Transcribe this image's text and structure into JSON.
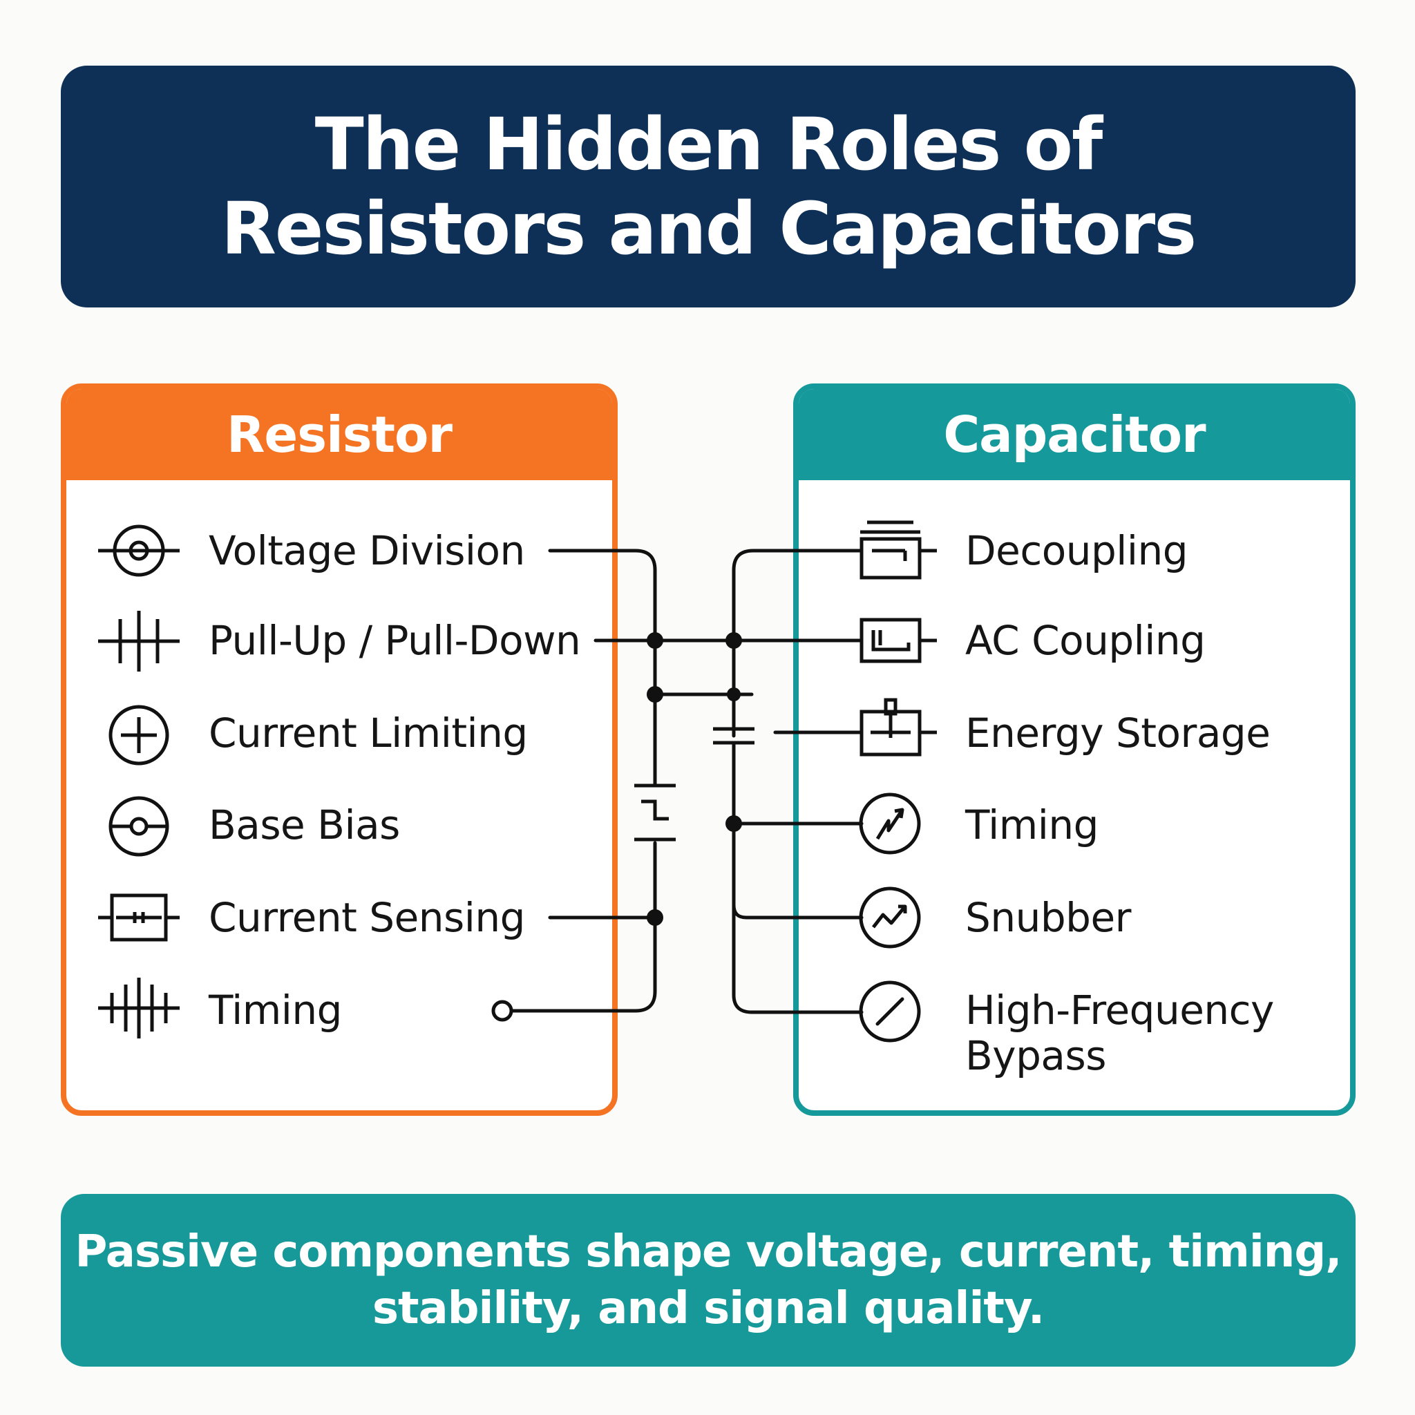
{
  "title": {
    "line1": "The Hidden Roles of",
    "line2": "Resistors and Capacitors"
  },
  "resistor": {
    "heading": "Resistor",
    "items": [
      {
        "label": "Voltage Division",
        "icon": "resistor-circle-icon"
      },
      {
        "label": "Pull-Up / Pull-Down",
        "icon": "triple-bar-icon"
      },
      {
        "label": "Current Limiting",
        "icon": "circle-plus-icon"
      },
      {
        "label": "Base Bias",
        "icon": "circle-node-icon"
      },
      {
        "label": "Current Sensing",
        "icon": "resistor-box-icon"
      },
      {
        "label": "Timing",
        "icon": "multi-bar-icon"
      }
    ]
  },
  "capacitor": {
    "heading": "Capacitor",
    "items": [
      {
        "label": "Decoupling",
        "icon": "decoupling-box-icon"
      },
      {
        "label": "AC Coupling",
        "icon": "ac-coupling-box-icon"
      },
      {
        "label": "Energy Storage",
        "icon": "energy-storage-box-icon"
      },
      {
        "label": "Timing",
        "icon": "lightning-circle-icon"
      },
      {
        "label": "Snubber",
        "icon": "zigzag-circle-icon"
      },
      {
        "label_line1": "High-Frequency",
        "label_line2": "Bypass",
        "icon": "slash-circle-icon"
      }
    ]
  },
  "footer": {
    "line1": "Passive components shape voltage, current, timing,",
    "line2": "stability, and signal quality."
  },
  "colors": {
    "navy": "#0e3056",
    "orange": "#f47424",
    "teal": "#16999a",
    "ink": "#151515"
  }
}
